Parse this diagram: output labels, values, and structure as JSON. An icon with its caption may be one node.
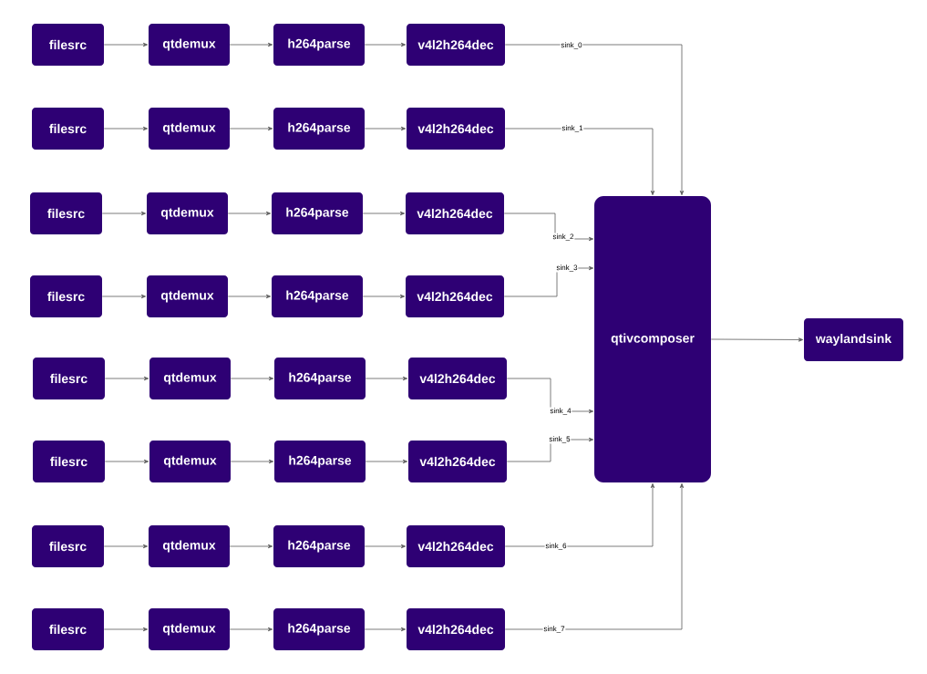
{
  "diagram": {
    "nodes": [
      {
        "text": [
          "filesrc"
        ]
      },
      {
        "text": [
          "qtdemux"
        ]
      },
      {
        "text": [
          "h264parse"
        ]
      },
      {
        "text": [
          "v4l2h264dec"
        ]
      },
      {
        "text": [
          "filesrc"
        ]
      },
      {
        "text": [
          "qtdemux"
        ]
      },
      {
        "text": [
          "h264parse"
        ]
      },
      {
        "text": [
          "v4l2h264dec"
        ]
      },
      {
        "text": [
          "filesrc"
        ]
      },
      {
        "text": [
          "qtdemux"
        ]
      },
      {
        "text": [
          "h264parse"
        ]
      },
      {
        "text": [
          "v4l2h264dec"
        ]
      },
      {
        "text": [
          "filesrc"
        ]
      },
      {
        "text": [
          "qtdemux"
        ]
      },
      {
        "text": [
          "h264parse"
        ]
      },
      {
        "text": [
          "v4l2h264dec"
        ]
      },
      {
        "text": [
          "filesrc"
        ]
      },
      {
        "text": [
          "qtdemux"
        ]
      },
      {
        "text": [
          "h264parse"
        ]
      },
      {
        "text": [
          "v4l2h264dec"
        ]
      },
      {
        "text": [
          "filesrc"
        ]
      },
      {
        "text": [
          "qtdemux"
        ]
      },
      {
        "text": [
          "h264parse"
        ]
      },
      {
        "text": [
          "v4l2h264dec"
        ]
      },
      {
        "text": [
          "filesrc"
        ]
      },
      {
        "text": [
          "qtdemux"
        ]
      },
      {
        "text": [
          "h264parse"
        ]
      },
      {
        "text": [
          "v4l2h264dec"
        ]
      },
      {
        "text": [
          "filesrc"
        ]
      },
      {
        "text": [
          "qtdemux"
        ]
      },
      {
        "text": [
          "h264parse"
        ]
      },
      {
        "text": [
          "v4l2h264dec"
        ]
      },
      {
        "text": [
          "qtivcomposer"
        ]
      },
      {
        "text": [
          "waylandsink"
        ]
      }
    ],
    "edges": [
      {
        "from": 0,
        "to": 1,
        "arrow": "to"
      },
      {
        "from": 1,
        "to": 2,
        "arrow": "to"
      },
      {
        "from": 2,
        "to": 3,
        "arrow": "to"
      },
      {
        "from": 3,
        "to": 32,
        "arrow": "to",
        "label": "sink_0"
      },
      {
        "from": 4,
        "to": 5,
        "arrow": "to"
      },
      {
        "from": 5,
        "to": 6,
        "arrow": "to"
      },
      {
        "from": 6,
        "to": 7,
        "arrow": "to"
      },
      {
        "from": 7,
        "to": 32,
        "arrow": "to",
        "label": "sink_1"
      },
      {
        "from": 8,
        "to": 9,
        "arrow": "to"
      },
      {
        "from": 9,
        "to": 10,
        "arrow": "to"
      },
      {
        "from": 10,
        "to": 11,
        "arrow": "to"
      },
      {
        "from": 11,
        "to": 32,
        "arrow": "to",
        "label": "sink_2"
      },
      {
        "from": 12,
        "to": 13,
        "arrow": "to"
      },
      {
        "from": 13,
        "to": 14,
        "arrow": "to"
      },
      {
        "from": 14,
        "to": 15,
        "arrow": "to"
      },
      {
        "from": 15,
        "to": 32,
        "arrow": "to",
        "label": "sink_3"
      },
      {
        "from": 16,
        "to": 17,
        "arrow": "to"
      },
      {
        "from": 17,
        "to": 18,
        "arrow": "to"
      },
      {
        "from": 18,
        "to": 19,
        "arrow": "to"
      },
      {
        "from": 19,
        "to": 32,
        "arrow": "to",
        "label": "sink_4"
      },
      {
        "from": 20,
        "to": 21,
        "arrow": "to"
      },
      {
        "from": 21,
        "to": 22,
        "arrow": "to"
      },
      {
        "from": 22,
        "to": 23,
        "arrow": "to"
      },
      {
        "from": 23,
        "to": 32,
        "arrow": "to",
        "label": "sink_5"
      },
      {
        "from": 24,
        "to": 25,
        "arrow": "to"
      },
      {
        "from": 25,
        "to": 26,
        "arrow": "to"
      },
      {
        "from": 26,
        "to": 27,
        "arrow": "to"
      },
      {
        "from": 27,
        "to": 32,
        "arrow": "to",
        "label": "sink_6"
      },
      {
        "from": 28,
        "to": 29,
        "arrow": "to"
      },
      {
        "from": 29,
        "to": 30,
        "arrow": "to"
      },
      {
        "from": 30,
        "to": 31,
        "arrow": "to"
      },
      {
        "from": 31,
        "to": 32,
        "arrow": "to",
        "label": "sink_7"
      },
      {
        "from": 32,
        "to": 33,
        "arrow": "to"
      }
    ]
  }
}
